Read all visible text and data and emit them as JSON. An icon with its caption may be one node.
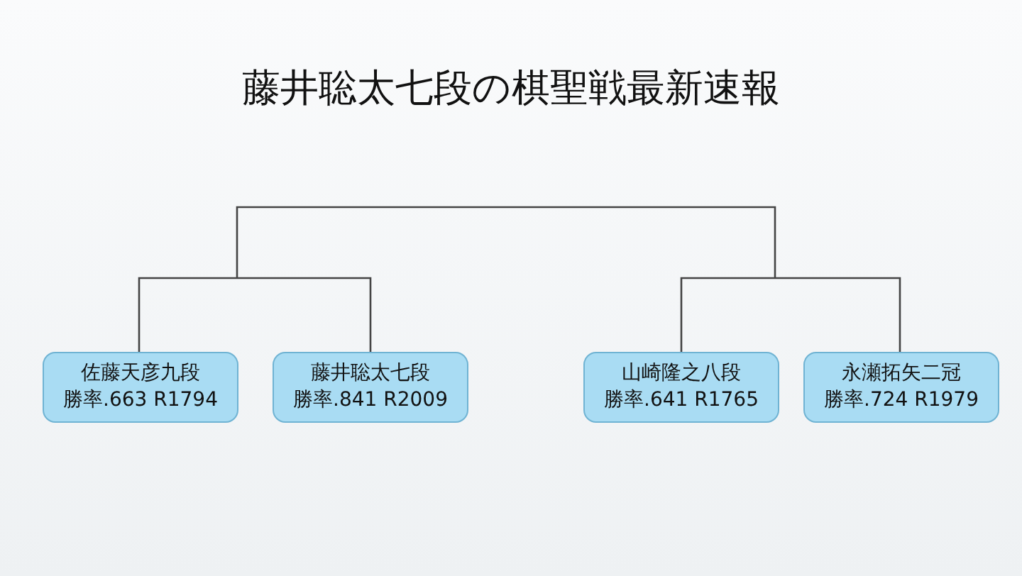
{
  "diagram": {
    "title": "藤井聡太七段の棋聖戦最新速報",
    "nodes": [
      {
        "text": [
          "佐藤天彦九段",
          "勝率.663 R1794"
        ]
      },
      {
        "text": [
          "藤井聡太七段",
          "勝率.841 R2009"
        ]
      },
      {
        "text": [
          "山崎隆之八段",
          "勝率.641 R1765"
        ]
      },
      {
        "text": [
          "永瀬拓矢二冠",
          "勝率.724 R1979"
        ]
      }
    ]
  }
}
